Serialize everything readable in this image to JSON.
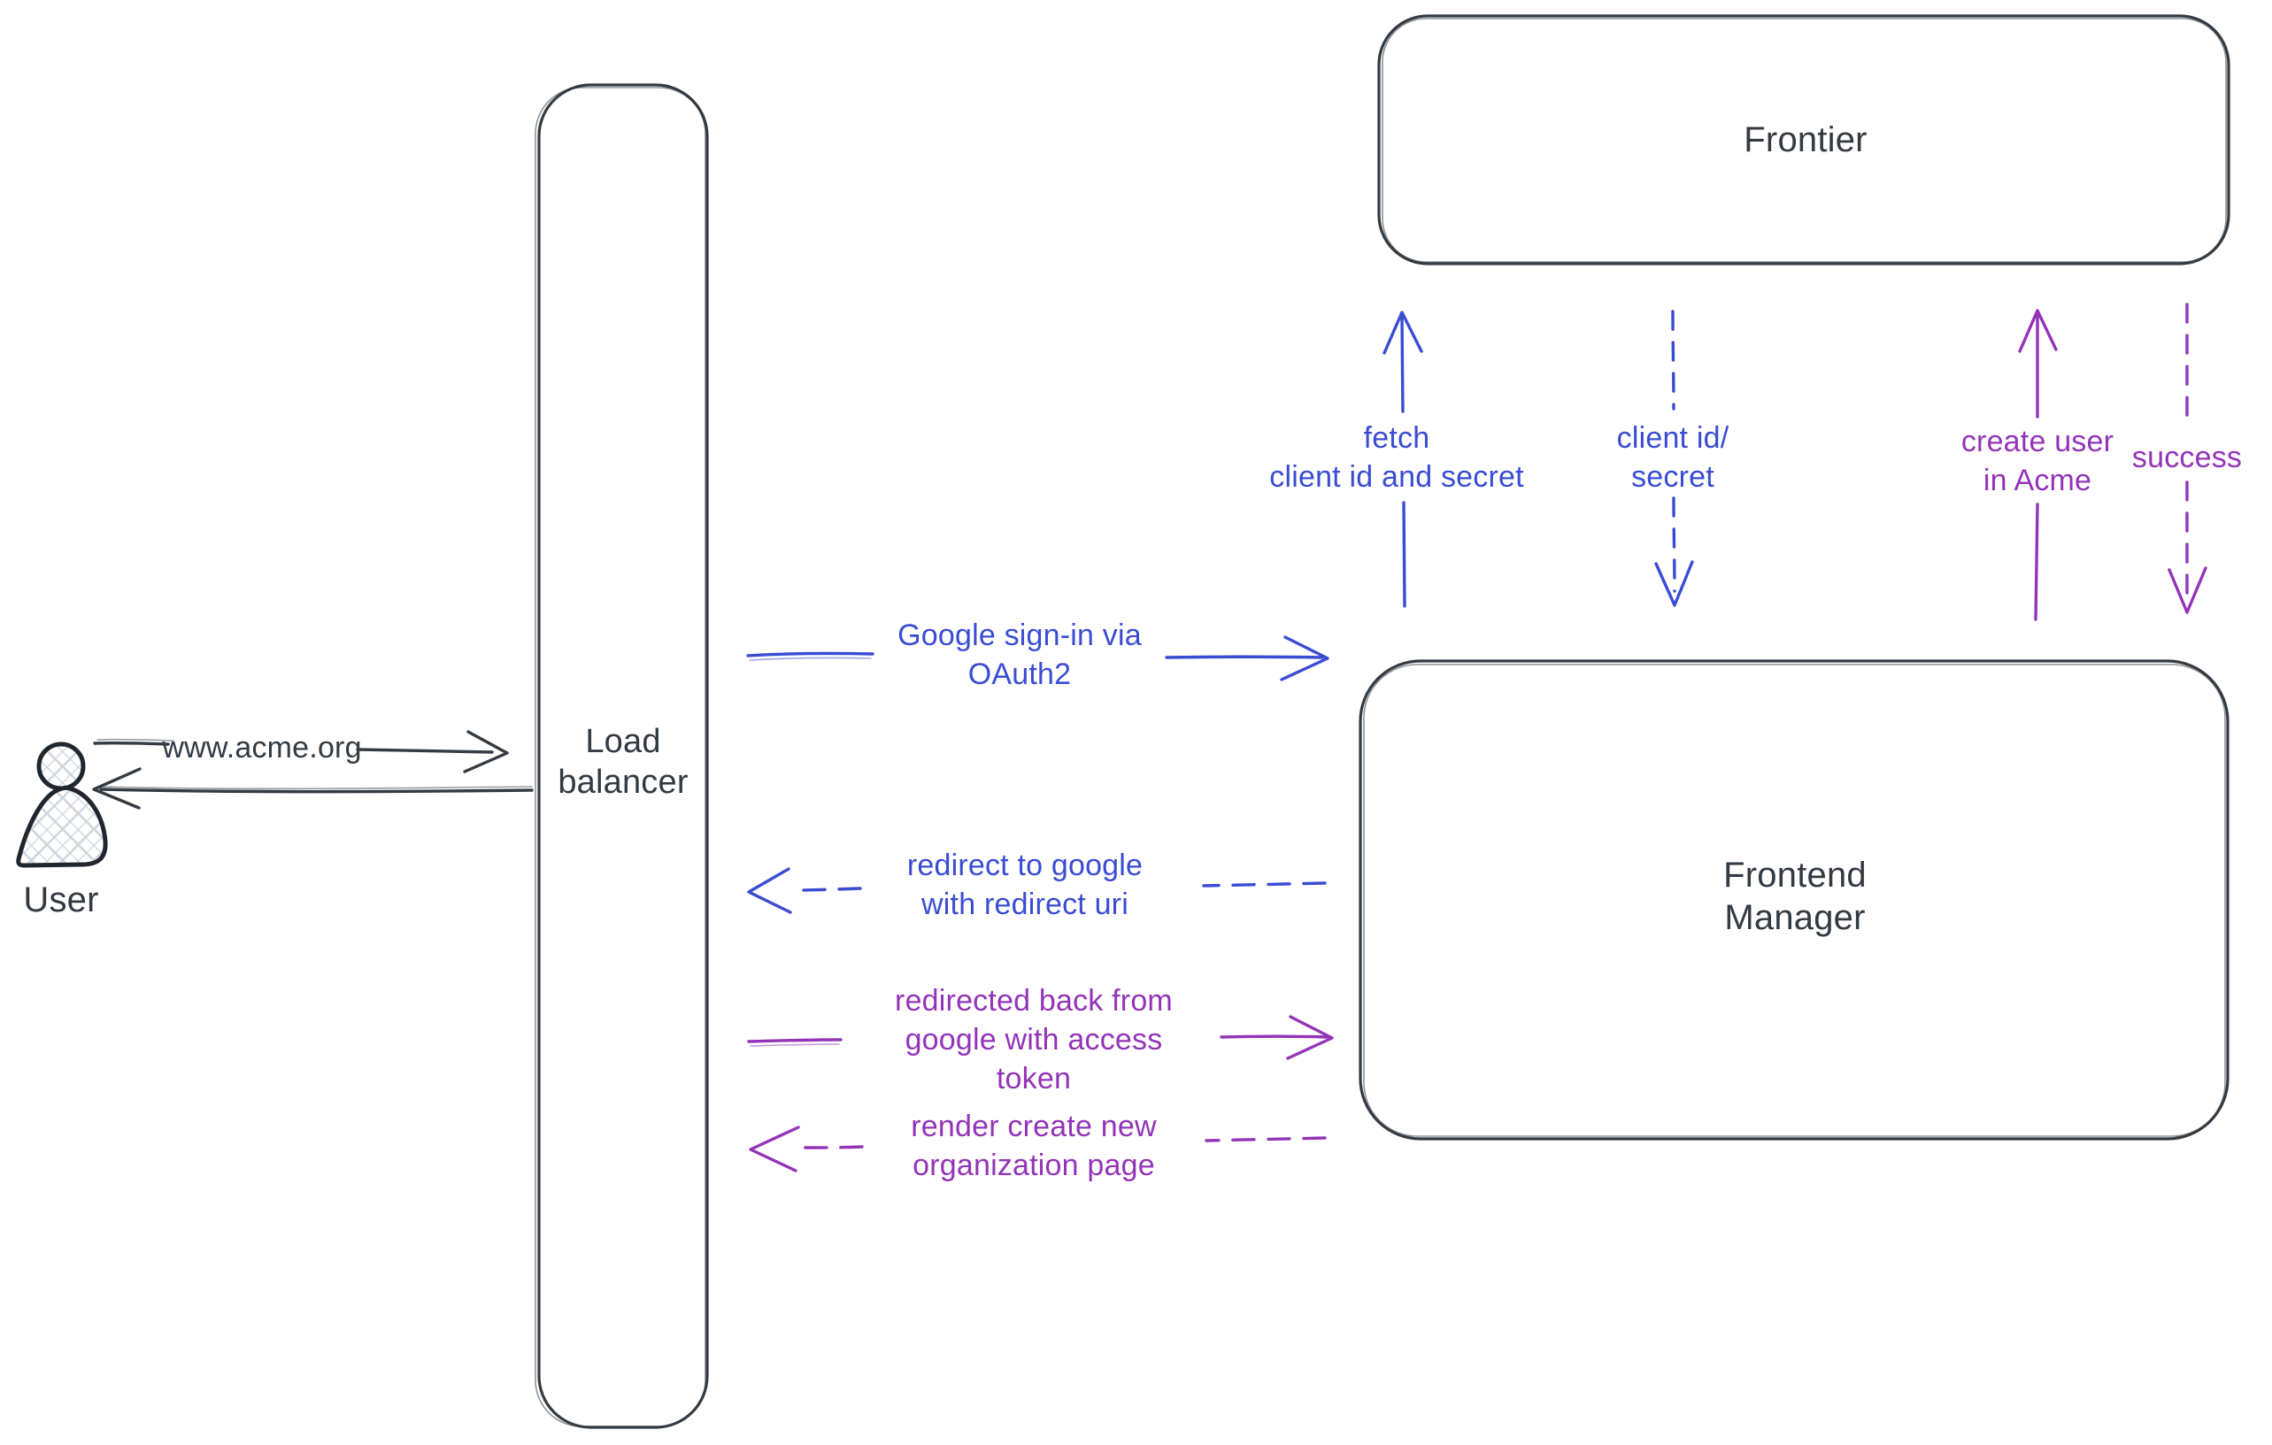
{
  "canvas": {
    "background": "#ffffff"
  },
  "colors": {
    "dark_stroke": "#333a43",
    "blue": "#3a4cd3",
    "purple": "#9334b8",
    "hatch_fill": "#ccd4dc"
  },
  "nodes": {
    "user": {
      "label": "User",
      "type": "actor"
    },
    "load_balancer": {
      "label": "Load\nbalancer",
      "type": "box"
    },
    "frontier": {
      "label": "Frontier",
      "type": "box"
    },
    "frontend_manager": {
      "label": "Frontend\nManager",
      "type": "box"
    }
  },
  "edges": {
    "www_acme": {
      "label": "www.acme.org",
      "from": "User",
      "to": "Load balancer",
      "style": "solid",
      "color": "dark",
      "direction": "right"
    },
    "lb_to_user": {
      "label": "",
      "from": "Load balancer",
      "to": "User",
      "style": "solid",
      "color": "dark",
      "direction": "left"
    },
    "google_signin": {
      "label": "Google sign-in via\nOAuth2",
      "from": "Load balancer",
      "to": "Frontend Manager",
      "style": "solid",
      "color": "blue",
      "direction": "right"
    },
    "redirect_google": {
      "label": "redirect to google\nwith redirect uri",
      "from": "Frontend Manager",
      "to": "Load balancer",
      "style": "dashed",
      "color": "blue",
      "direction": "left"
    },
    "redirected_back": {
      "label": "redirected back from\ngoogle with access\ntoken",
      "from": "Load balancer",
      "to": "Frontend Manager",
      "style": "solid",
      "color": "purple",
      "direction": "right"
    },
    "render_create": {
      "label": "render create new\norganization page",
      "from": "Frontend Manager",
      "to": "Load balancer",
      "style": "dashed",
      "color": "purple",
      "direction": "left"
    },
    "fetch_client": {
      "label": "fetch\nclient id and secret",
      "from": "Frontend Manager",
      "to": "Frontier",
      "style": "solid",
      "color": "blue",
      "direction": "up"
    },
    "client_id_secret": {
      "label": "client id/\nsecret",
      "from": "Frontier",
      "to": "Frontend Manager",
      "style": "dashed",
      "color": "blue",
      "direction": "down"
    },
    "create_user": {
      "label": "create user\nin Acme",
      "from": "Frontend Manager",
      "to": "Frontier",
      "style": "solid",
      "color": "purple",
      "direction": "up"
    },
    "success": {
      "label": "success",
      "from": "Frontier",
      "to": "Frontend Manager",
      "style": "dashed",
      "color": "purple",
      "direction": "down"
    }
  }
}
